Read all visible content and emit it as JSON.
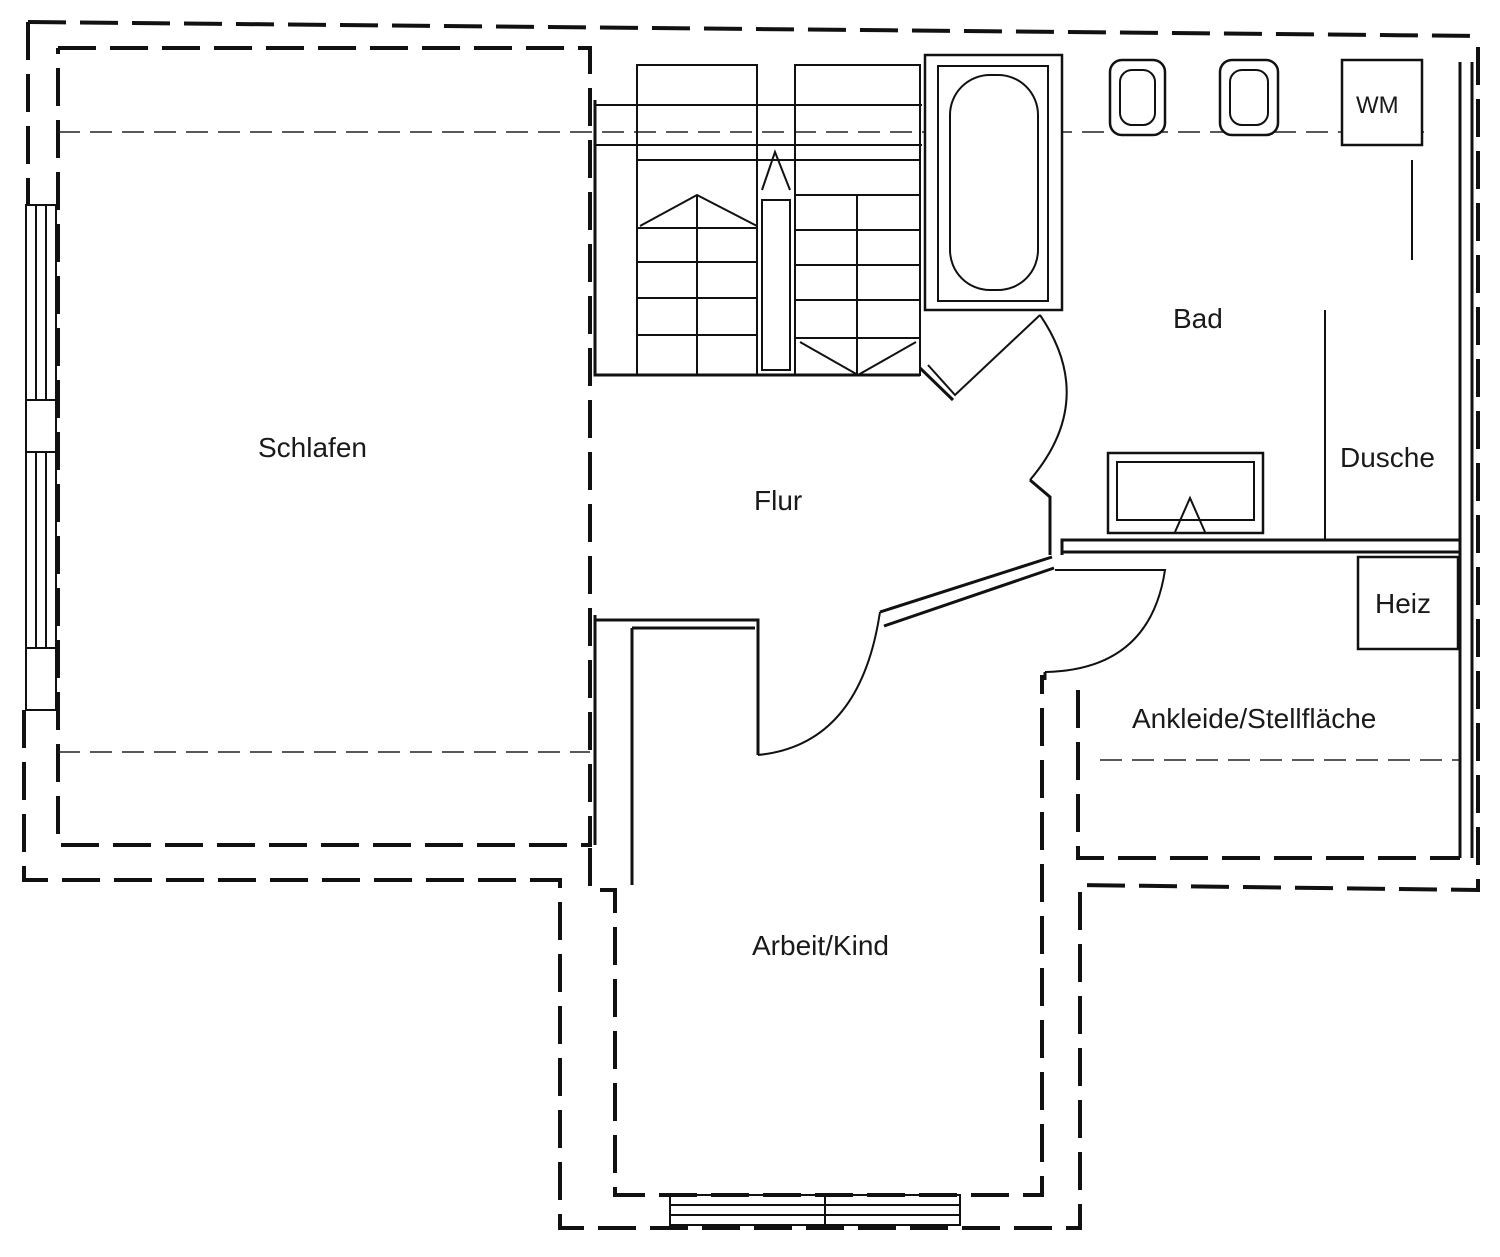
{
  "rooms": {
    "schlafen": "Schlafen",
    "flur": "Flur",
    "bad": "Bad",
    "dusche": "Dusche",
    "heiz": "Heiz",
    "ankleide": "Ankleide/Stellfläche",
    "arbeit": "Arbeit/Kind",
    "wm": "WM"
  }
}
